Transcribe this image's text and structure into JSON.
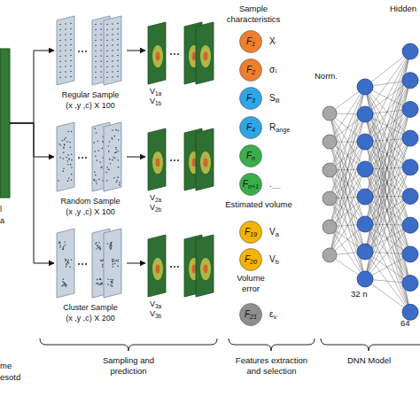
{
  "diagram": {
    "nodes": [
      {
        "text": [
          "l",
          "a"
        ]
      },
      {
        "text": [
          "Regular Sample",
          "(x ,y ,c) X 100"
        ]
      },
      {
        "text": [
          "V1a",
          "V1b"
        ]
      },
      {
        "text": [
          "Random Sample",
          "(x ,y ,c) X 100"
        ]
      },
      {
        "text": [
          "V2a",
          "V2b"
        ]
      },
      {
        "text": [
          "Cluster Sample",
          "(x ,y ,c) X 200"
        ]
      },
      {
        "text": [
          "V3a",
          "V3b"
        ]
      },
      {
        "text": [
          "F1",
          "X̄"
        ]
      },
      {
        "text": [
          "F2",
          "σ²"
        ]
      },
      {
        "text": [
          "F3",
          "Sill"
        ]
      },
      {
        "text": [
          "F4",
          "Range"
        ]
      },
      {
        "text": [
          "Fn"
        ]
      },
      {
        "text": [
          "Fn+1",
          "......"
        ]
      },
      {
        "text": [
          "F19",
          "Va"
        ]
      },
      {
        "text": [
          "F20",
          "Vb"
        ]
      },
      {
        "text": [
          "F21",
          "εv"
        ]
      }
    ],
    "edges": [
      {
        "from": 0,
        "to": 1,
        "arrow": "to"
      },
      {
        "from": 0,
        "to": 3,
        "arrow": "to"
      },
      {
        "from": 0,
        "to": 5,
        "arrow": "to"
      },
      {
        "from": 1,
        "to": 2,
        "arrow": "to"
      },
      {
        "from": 3,
        "to": 4,
        "arrow": "to"
      },
      {
        "from": 5,
        "to": 6,
        "arrow": "to"
      }
    ],
    "labels": [
      "Sample characteristics",
      "Estimated volume",
      "Volume error",
      "Norm.",
      "Hidden",
      "32 n",
      "64",
      "Sampling and prediction",
      "Features extraction and selection",
      "DNN Model",
      "me",
      "esotd"
    ]
  }
}
